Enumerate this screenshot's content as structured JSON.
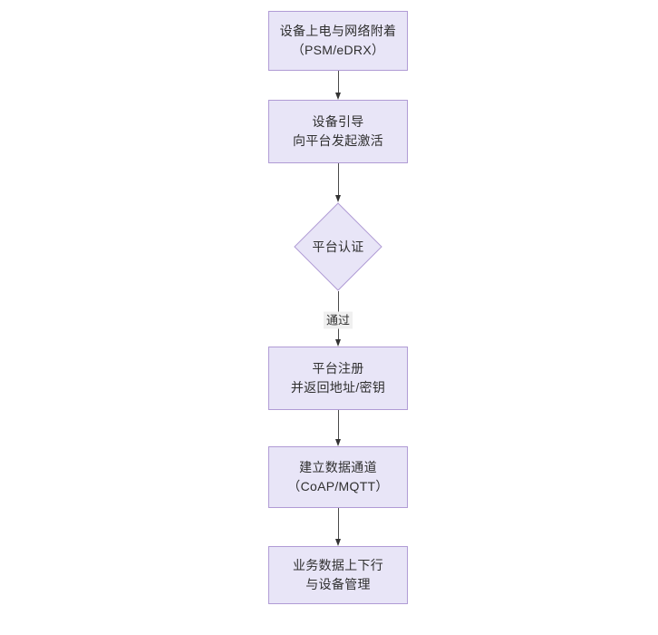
{
  "diagram": {
    "type": "flowchart",
    "orientation": "top-to-bottom",
    "background_color": "#ffffff",
    "node_fill_color": "#e8e5f7",
    "node_border_color": "#b09bd5",
    "text_color": "#2f2f2f",
    "connector_color": "#4a4a4a",
    "edge_label_background": "#f0f0f0",
    "nodes": [
      {
        "id": "power-on",
        "shape": "rectangle",
        "line1": "设备上电与网络附着",
        "line2": "（PSM/eDRX）"
      },
      {
        "id": "bootstrap",
        "shape": "rectangle",
        "line1": "设备引导",
        "line2": "向平台发起激活"
      },
      {
        "id": "platform-auth",
        "shape": "diamond",
        "line1": "平台认证",
        "line2": ""
      },
      {
        "id": "platform-register",
        "shape": "rectangle",
        "line1": "平台注册",
        "line2": "并返回地址/密钥"
      },
      {
        "id": "data-channel",
        "shape": "rectangle",
        "line1": "建立数据通道",
        "line2": "（CoAP/MQTT）"
      },
      {
        "id": "service-data",
        "shape": "rectangle",
        "line1": "业务数据上下行",
        "line2": "与设备管理"
      }
    ],
    "edges": [
      {
        "id": "edge-1",
        "from": "power-on",
        "to": "bootstrap",
        "label": ""
      },
      {
        "id": "edge-2",
        "from": "bootstrap",
        "to": "platform-auth",
        "label": ""
      },
      {
        "id": "edge-3",
        "from": "platform-auth",
        "to": "platform-register",
        "label": "通过"
      },
      {
        "id": "edge-4",
        "from": "platform-register",
        "to": "data-channel",
        "label": ""
      },
      {
        "id": "edge-5",
        "from": "data-channel",
        "to": "service-data",
        "label": ""
      }
    ]
  }
}
